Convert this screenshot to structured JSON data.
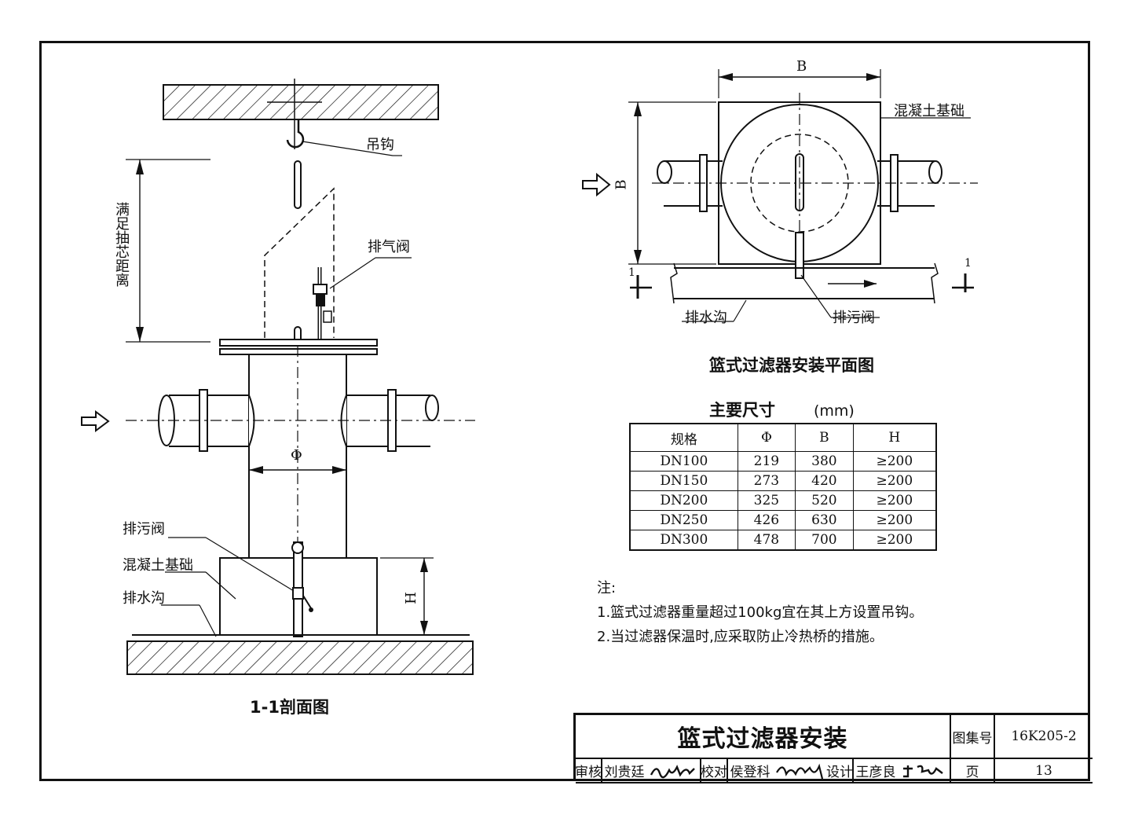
{
  "section": {
    "labels": {
      "hook": "吊钩",
      "core_distance": "满足抽芯距离",
      "air_vent": "排气阀",
      "drain_valve": "排污阀",
      "foundation": "混凝土基础",
      "trench": "排水沟",
      "phi": "Φ",
      "h": "H"
    },
    "title": "1-1剖面图"
  },
  "plan": {
    "labels": {
      "b_top": "B",
      "b_side": "B",
      "foundation": "混凝土基础",
      "trench": "排水沟",
      "drain_valve": "排污阀",
      "cut_left": "1",
      "cut_right": "1"
    },
    "title": "篮式过滤器安装平面图"
  },
  "dimensions": {
    "title": "主要尺寸",
    "unit": "(mm)",
    "headers": [
      "规格",
      "Φ",
      "B",
      "H"
    ],
    "rows": [
      [
        "DN100",
        "219",
        "380",
        "≥200"
      ],
      [
        "DN150",
        "273",
        "420",
        "≥200"
      ],
      [
        "DN200",
        "325",
        "520",
        "≥200"
      ],
      [
        "DN250",
        "426",
        "630",
        "≥200"
      ],
      [
        "DN300",
        "478",
        "700",
        "≥200"
      ]
    ]
  },
  "notes": {
    "heading": "注:",
    "items": [
      "1.篮式过滤器重量超过100kg宜在其上方设置吊钩。",
      "2.当过滤器保温时,应采取防止冷热桥的措施。"
    ]
  },
  "title_block": {
    "drawing_title": "篮式过滤器安装",
    "atlas_label": "图集号",
    "atlas_no": "16K205-2",
    "review_label": "审核",
    "reviewer": "刘贵廷",
    "check_label": "校对",
    "checker": "侯登科",
    "design_label": "设计",
    "designer": "王彦良",
    "page_label": "页",
    "page_no": "13"
  }
}
